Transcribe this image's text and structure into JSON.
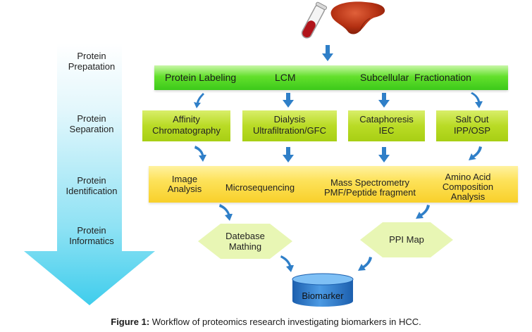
{
  "stages": {
    "preparation": [
      "Protein",
      "Prepatation"
    ],
    "separation": [
      "Protein",
      "Separation"
    ],
    "identification": [
      "Protein",
      "Identification"
    ],
    "informatics": [
      "Protein",
      "Informatics"
    ]
  },
  "preparation_methods": {
    "labeling": "Protein Labeling",
    "lcm": "LCM",
    "fractionation": "Subcellular  Fractionation"
  },
  "separation_methods": {
    "affinity": [
      "Affinity",
      "Chromatography"
    ],
    "dialysis": [
      "Dialysis",
      "Ultrafiltration/GFC"
    ],
    "cataphoresis": [
      "Cataphoresis",
      "IEC"
    ],
    "saltout": [
      "Salt Out",
      "IPP/OSP"
    ]
  },
  "identification_methods": {
    "image": [
      "Image",
      "Analysis"
    ],
    "microsequencing": "Microsequencing",
    "mass": [
      "Mass Spectrometry",
      "PMF/Peptide fragment"
    ],
    "amino": [
      "Amino Acid",
      "Composition",
      "Analysis"
    ]
  },
  "informatics": {
    "database": [
      "Datebase",
      "Mathing"
    ],
    "ppi": "PPI Map"
  },
  "output": {
    "biomarker": "Biomarker"
  },
  "caption": {
    "label": "Figure 1:",
    "text": " Workflow of proteomics research investigating biomarkers in HCC."
  },
  "colors": {
    "big_arrow": "#4fd2ee",
    "green": "#3cc91a",
    "lime": "#b9db25",
    "yellow": "#fde25a",
    "diamond": "#e8f6b4",
    "small_arrow": "#2f7fc8",
    "cylinder": "#2c79c9"
  },
  "icons": [
    "blood-tube-icon",
    "liver-icon"
  ]
}
